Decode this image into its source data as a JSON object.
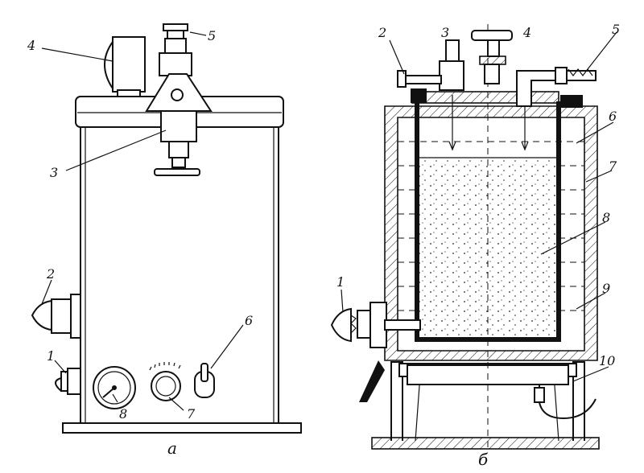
{
  "figure_a": {
    "caption": "а",
    "labels": {
      "l1": "1",
      "l2": "2",
      "l3": "3",
      "l4": "4",
      "l5": "5",
      "l6": "6",
      "l7": "7",
      "l8": "8"
    }
  },
  "figure_b": {
    "caption": "б",
    "labels": {
      "l1": "1",
      "l2": "2",
      "l3": "3",
      "l4": "4",
      "l5": "5",
      "l6": "6",
      "l7": "7",
      "l8": "8",
      "l9": "9",
      "l10": "10"
    }
  },
  "icons": [
    "valve-icon",
    "gauge-icon",
    "lamp-icon",
    "toggle-switch-icon",
    "pressure-gauge-icon"
  ],
  "colors": {
    "ink": "#111111",
    "paper": "#ffffff"
  }
}
